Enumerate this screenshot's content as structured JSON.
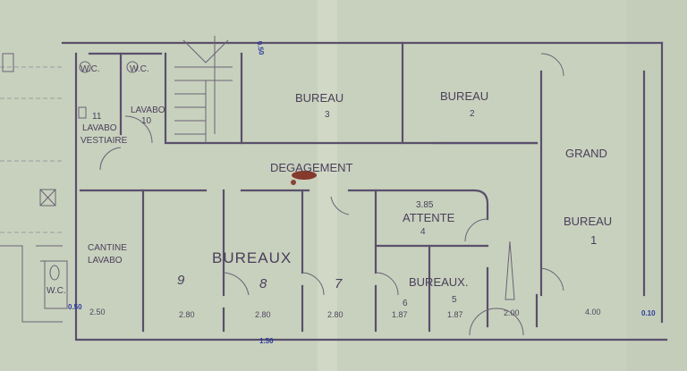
{
  "plan": {
    "rooms": {
      "wc_left": "W.C.",
      "wc_right": "W.C.",
      "lavabo_vestiaire_num": "11",
      "lavabo_vestiaire_l1": "LAVABO",
      "lavabo_vestiaire_l2": "VESTIAIRE",
      "lavabo10_label": "LAVABO",
      "lavabo10_num": "10",
      "bureau3_label": "BUREAU",
      "bureau3_num": "3",
      "bureau2_label": "BUREAU",
      "bureau2_num": "2",
      "grand_bureau_l1": "GRAND",
      "grand_bureau_l2": "BUREAU",
      "grand_bureau_num": "1",
      "degagement": "DEGAGEMENT",
      "cantine_l1": "CANTINE",
      "cantine_l2": "LAVABO",
      "wc_annex": "W.C.",
      "bureaux_main": "BUREAUX",
      "room9": "9",
      "room8": "8",
      "room7": "7",
      "attente_label": "ATTENTE",
      "attente_num": "4",
      "attente_dim": "3.85",
      "bureaux_small": "BUREAUX.",
      "room6": "6",
      "room5": "5"
    },
    "dimensions": {
      "d1": "2.50",
      "d2": "2.80",
      "d3": "2.80",
      "d4": "2.80",
      "d5": "1.87",
      "d6": "1.87",
      "d7": "2.00",
      "d8": "4.00"
    },
    "annotations_blue": {
      "top": "0.50",
      "left": "0.50",
      "bottom": "1.50",
      "right": "0.10"
    },
    "colors": {
      "paper": "#c8d1bd",
      "ink": "#5a506c",
      "blue_ink": "#2c3aa0",
      "stain": "#7a1e14"
    }
  }
}
